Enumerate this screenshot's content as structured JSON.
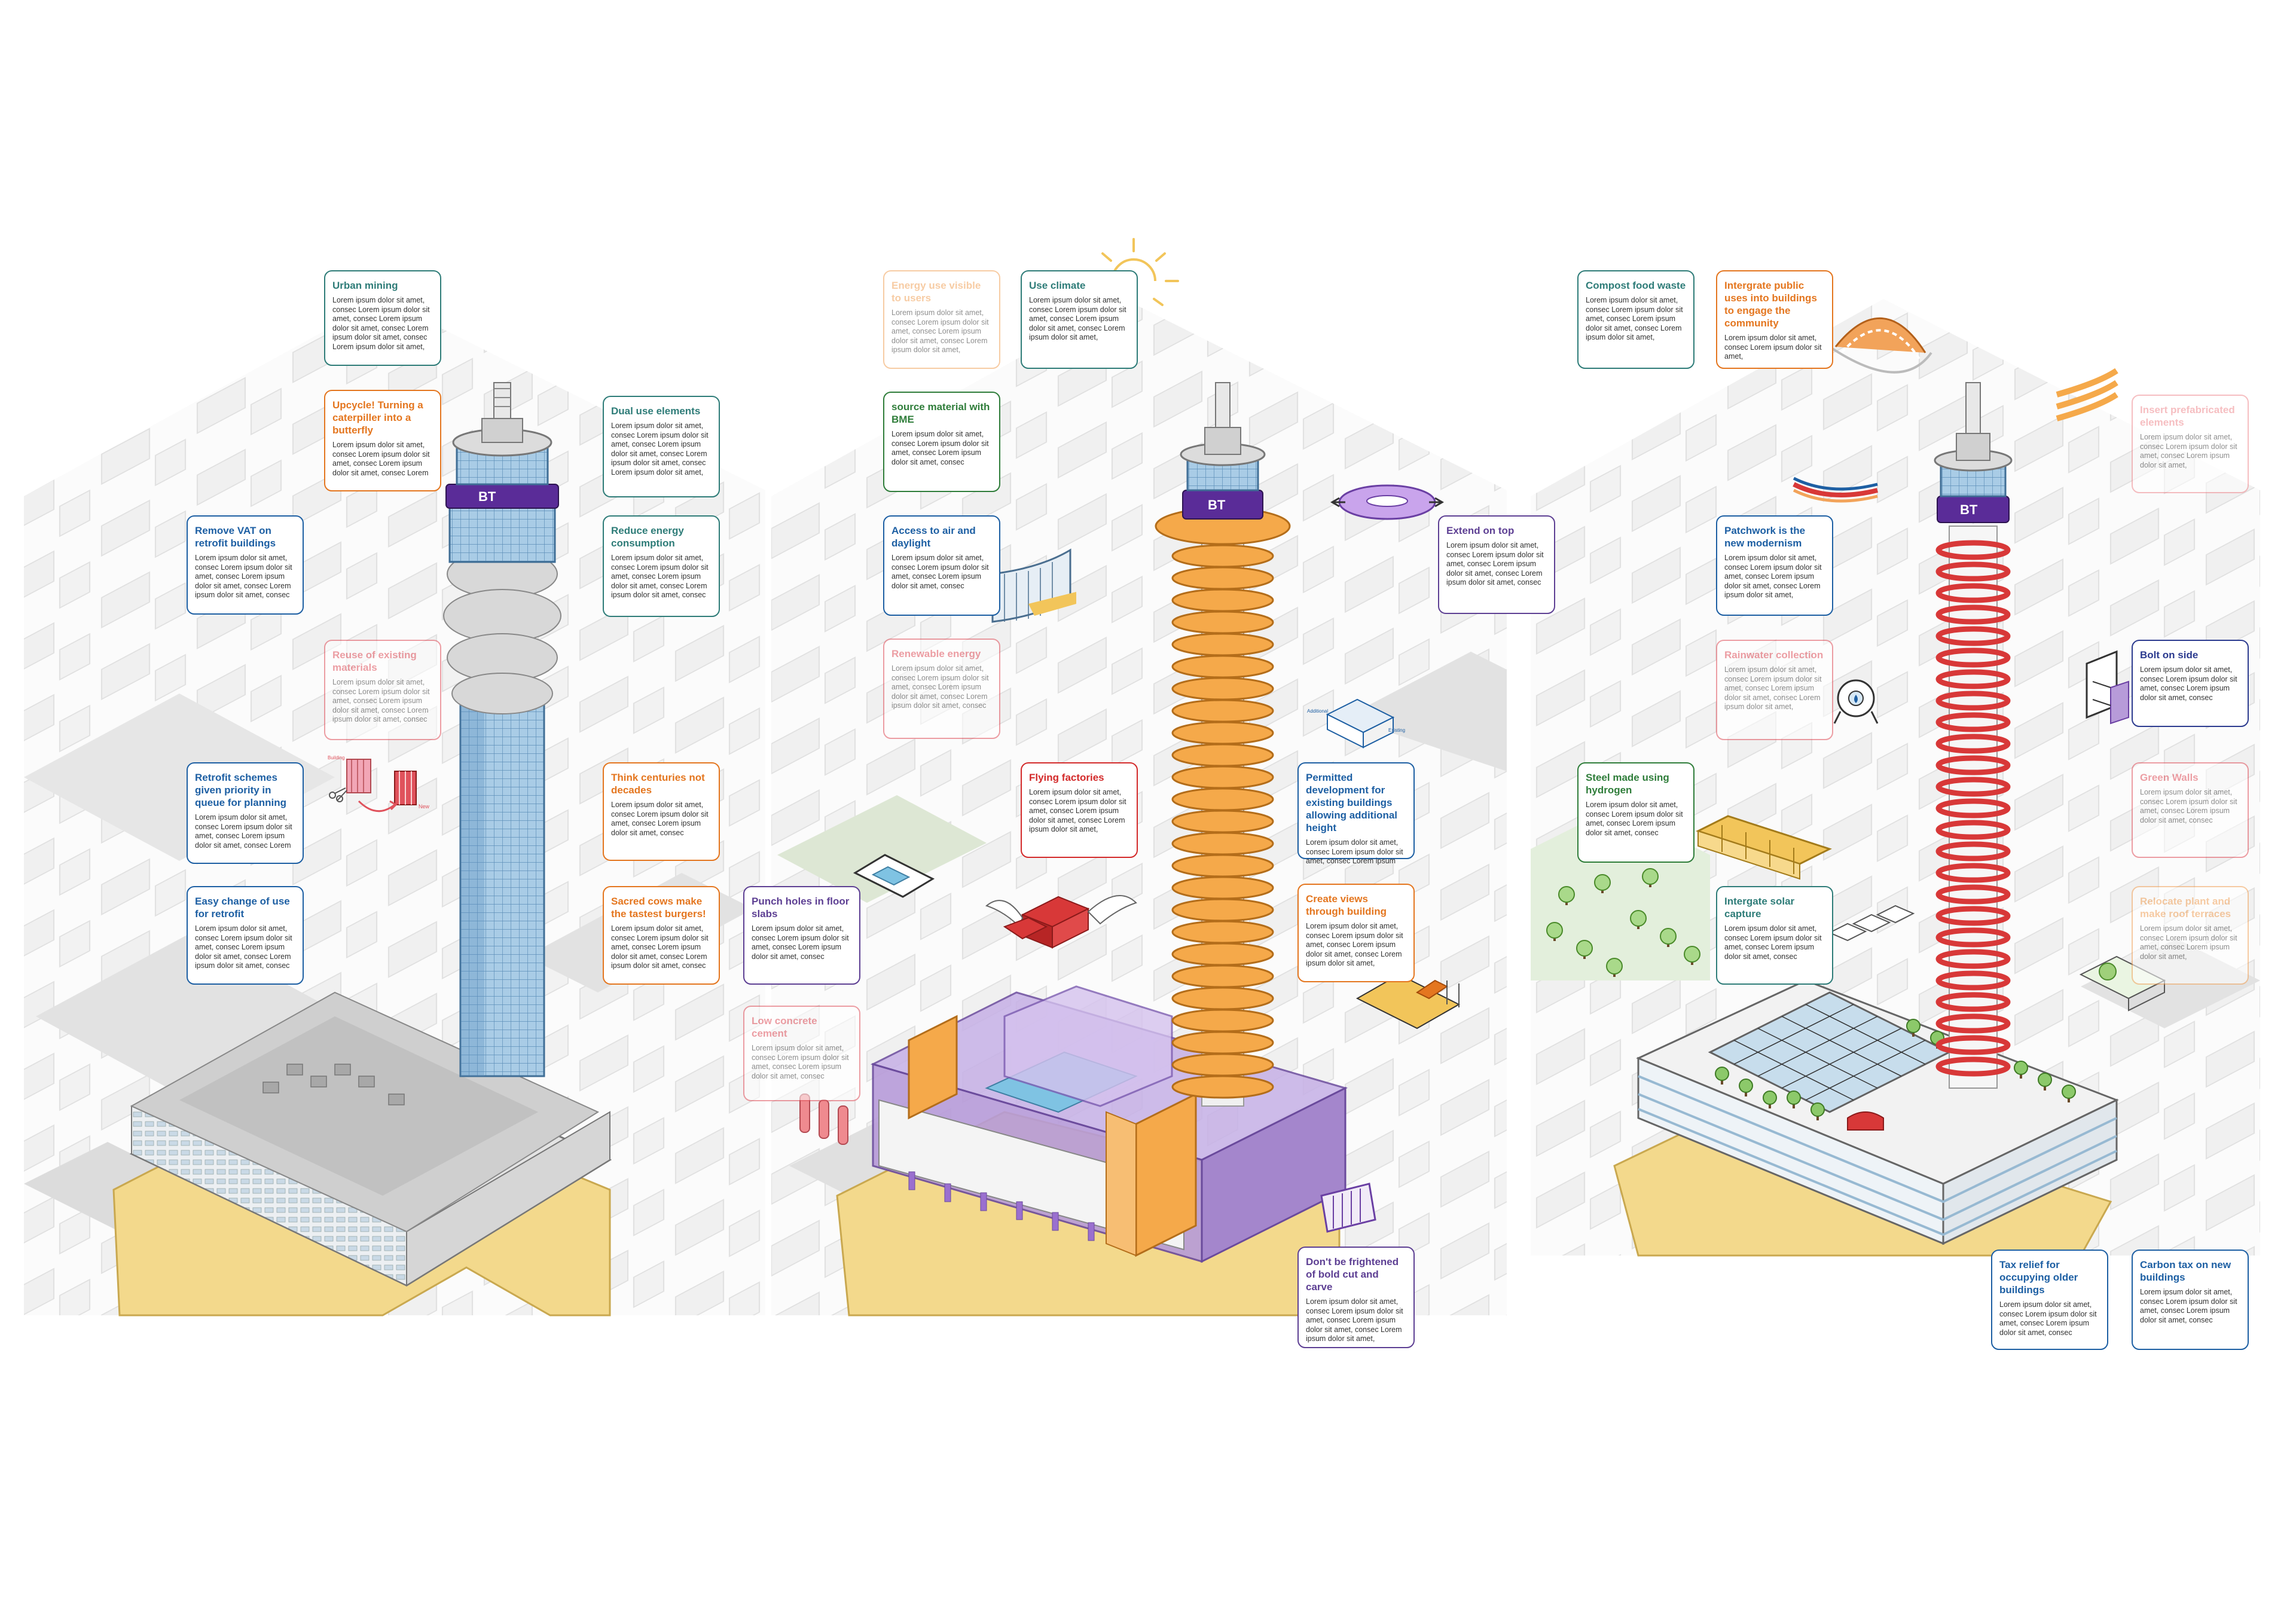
{
  "colors": {
    "teal": "#2e7c78",
    "orange": "#e4761f",
    "blue": "#1d5fa3",
    "pink": "#e0525c",
    "red": "#d32a2a",
    "green": "#2f7d3a",
    "navy": "#2c3b8f",
    "purple": "#5d3f93",
    "violet": "#7b3fa3",
    "peach": "#f2a35a",
    "gold": "#f2c55a",
    "lightpink": "#ef8a8f",
    "tower_blue": "#7fb3d8",
    "tower_orange": "#f5a94a",
    "tower_red": "#d83838",
    "lavender": "#b79bd9",
    "sand": "#f0cf7a"
  },
  "cards": [
    {
      "id": "urban-mining",
      "title": "Urban mining",
      "body": "Lorem ipsum dolor sit amet, consec Lorem ipsum dolor sit amet, consec Lorem ipsum dolor sit amet, consec Lorem ipsum dolor sit amet, consec Lorem ipsum dolor sit amet,",
      "color": "teal"
    },
    {
      "id": "upcycle",
      "title": "Upcycle! Turning a caterpiller into a butterfly",
      "body": "Lorem ipsum dolor sit amet, consec Lorem ipsum dolor sit amet, consec Lorem ipsum dolor sit amet, consec Lorem",
      "color": "orange"
    },
    {
      "id": "dual-use",
      "title": "Dual use elements",
      "body": "Lorem ipsum dolor sit amet, consec Lorem ipsum dolor sit amet, consec Lorem ipsum dolor sit amet, consec Lorem ipsum dolor sit amet, consec Lorem ipsum dolor sit amet,",
      "color": "teal"
    },
    {
      "id": "remove-vat",
      "title": "Remove VAT on retrofit buildings",
      "body": "Lorem ipsum dolor sit amet, consec Lorem ipsum dolor sit amet, consec Lorem ipsum dolor sit amet, consec Lorem ipsum dolor sit amet, consec",
      "color": "blue"
    },
    {
      "id": "reduce-energy",
      "title": "Reduce energy consumption",
      "body": "Lorem ipsum dolor sit amet, consec Lorem ipsum dolor sit amet, consec Lorem ipsum dolor sit amet, consec Lorem ipsum dolor sit amet, consec",
      "color": "teal"
    },
    {
      "id": "reuse",
      "title": "Reuse of existing materials",
      "body": "Lorem ipsum dolor sit amet, consec Lorem ipsum dolor sit amet, consec Lorem ipsum dolor sit amet, consec Lorem ipsum dolor sit amet, consec",
      "color": "pink",
      "faded": true
    },
    {
      "id": "retrofit-queue",
      "title": "Retrofit schemes given priority in queue for planning",
      "body": "Lorem ipsum dolor sit amet, consec Lorem ipsum dolor sit amet, consec Lorem ipsum dolor sit amet, consec Lorem",
      "color": "blue"
    },
    {
      "id": "think-centuries",
      "title": "Think centuries not decades",
      "body": "Lorem ipsum dolor sit amet, consec Lorem ipsum dolor sit amet, consec Lorem ipsum dolor sit amet, consec",
      "color": "orange"
    },
    {
      "id": "easy-change",
      "title": "Easy change of use for retrofit",
      "body": "Lorem ipsum dolor sit amet, consec Lorem ipsum dolor sit amet, consec Lorem ipsum dolor sit amet, consec Lorem ipsum dolor sit amet, consec",
      "color": "blue"
    },
    {
      "id": "sacred-cows",
      "title": "Sacred cows make the tastest burgers!",
      "body": "Lorem ipsum dolor sit amet, consec Lorem ipsum dolor sit amet, consec Lorem ipsum dolor sit amet, consec Lorem ipsum dolor sit amet, consec",
      "color": "orange"
    },
    {
      "id": "energy-visible",
      "title": "Energy use visible to users",
      "body": "Lorem ipsum dolor sit amet, consec Lorem ipsum dolor sit amet, consec Lorem ipsum dolor sit amet, consec Lorem ipsum dolor sit amet,",
      "color": "peach",
      "faded": true
    },
    {
      "id": "use-climate",
      "title": "Use climate",
      "body": "Lorem ipsum dolor sit amet, consec Lorem ipsum dolor sit amet, consec Lorem ipsum dolor sit amet, consec Lorem ipsum dolor sit amet,",
      "color": "teal"
    },
    {
      "id": "source-bme",
      "title": "source material with BME",
      "body": "Lorem ipsum dolor sit amet, consec Lorem ipsum dolor sit amet, consec Lorem ipsum dolor sit amet, consec",
      "color": "green"
    },
    {
      "id": "access-air",
      "title": "Access to air and daylight",
      "body": "Lorem ipsum dolor sit amet, consec Lorem ipsum dolor sit amet, consec Lorem ipsum dolor sit amet, consec",
      "color": "blue"
    },
    {
      "id": "renewable",
      "title": "Renewable energy",
      "body": "Lorem ipsum dolor sit amet, consec Lorem ipsum dolor sit amet, consec Lorem ipsum dolor sit amet, consec Lorem ipsum dolor sit amet, consec",
      "color": "pink",
      "faded": true
    },
    {
      "id": "flying-factories",
      "title": "Flying factories",
      "body": "Lorem ipsum dolor sit amet, consec Lorem ipsum dolor sit amet, consec Lorem ipsum dolor sit amet, consec Lorem ipsum dolor sit amet,",
      "color": "red"
    },
    {
      "id": "punch-holes",
      "title": "Punch holes in floor slabs",
      "body": "Lorem ipsum dolor sit amet, consec Lorem ipsum dolor sit amet, consec Lorem ipsum dolor sit amet, consec",
      "color": "purple"
    },
    {
      "id": "low-concrete",
      "title": "Low concrete cement",
      "body": "Lorem ipsum dolor sit amet, consec Lorem ipsum dolor sit amet, consec Lorem ipsum dolor sit amet, consec",
      "color": "pink",
      "faded": true
    },
    {
      "id": "extend-top",
      "title": "Extend on top",
      "body": "Lorem ipsum dolor sit amet, consec Lorem ipsum dolor sit amet, consec Lorem ipsum dolor sit amet, consec Lorem ipsum dolor sit amet, consec",
      "color": "purple"
    },
    {
      "id": "permitted",
      "title": "Permitted development for existing buildings allowing additional height",
      "body": "Lorem ipsum dolor sit amet, consec Lorem ipsum dolor sit amet, consec Lorem ipsum",
      "color": "blue"
    },
    {
      "id": "create-views",
      "title": "Create views through building",
      "body": "Lorem ipsum dolor sit amet, consec Lorem ipsum dolor sit amet, consec Lorem ipsum dolor sit amet, consec Lorem ipsum dolor sit amet,",
      "color": "orange"
    },
    {
      "id": "bold-cut",
      "title": "Don't be frightened of bold cut and carve",
      "body": "Lorem ipsum dolor sit amet, consec Lorem ipsum dolor sit amet, consec Lorem ipsum dolor sit amet, consec Lorem ipsum dolor sit amet,",
      "color": "purple"
    },
    {
      "id": "compost",
      "title": "Compost food waste",
      "body": "Lorem ipsum dolor sit amet, consec Lorem ipsum dolor sit amet, consec Lorem ipsum dolor sit amet, consec Lorem ipsum dolor sit amet,",
      "color": "teal"
    },
    {
      "id": "public-uses",
      "title": "Intergrate public uses into buildings to engage the community",
      "body": "Lorem ipsum dolor sit amet, consec Lorem ipsum dolor sit amet,",
      "color": "orange"
    },
    {
      "id": "prefab",
      "title": "Insert prefabricated elements",
      "body": "Lorem ipsum dolor sit amet, consec Lorem ipsum dolor sit amet, consec Lorem ipsum dolor sit amet,",
      "color": "lightpink",
      "faded": true
    },
    {
      "id": "patchwork",
      "title": "Patchwork is the new modernism",
      "body": "Lorem ipsum dolor sit amet, consec Lorem ipsum dolor sit amet, consec Lorem ipsum dolor sit amet, consec Lorem ipsum dolor sit amet,",
      "color": "blue"
    },
    {
      "id": "rainwater",
      "title": "Rainwater collection",
      "body": "Lorem ipsum dolor sit amet, consec Lorem ipsum dolor sit amet, consec Lorem ipsum dolor sit amet, consec Lorem ipsum dolor sit amet,",
      "color": "pink",
      "faded": true
    },
    {
      "id": "bolt-side",
      "title": "Bolt on side",
      "body": "Lorem ipsum dolor sit amet, consec Lorem ipsum dolor sit amet, consec Lorem ipsum dolor sit amet, consec",
      "color": "navy"
    },
    {
      "id": "steel-hydrogen",
      "title": "Steel made using hydrogen",
      "body": "Lorem ipsum dolor sit amet, consec Lorem ipsum dolor sit amet, consec Lorem ipsum dolor sit amet, consec",
      "color": "green"
    },
    {
      "id": "green-walls",
      "title": "Green Walls",
      "body": "Lorem ipsum dolor sit amet, consec Lorem ipsum dolor sit amet, consec Lorem ipsum dolor sit amet, consec",
      "color": "pink",
      "faded": true
    },
    {
      "id": "solar",
      "title": "Intergate solar capture",
      "body": "Lorem ipsum dolor sit amet, consec Lorem ipsum dolor sit amet, consec Lorem ipsum dolor sit amet, consec",
      "color": "teal"
    },
    {
      "id": "relocate-plant",
      "title": "Relocate plant and make roof terraces",
      "body": "Lorem ipsum dolor sit amet, consec Lorem ipsum dolor sit amet, consec Lorem ipsum dolor sit amet,",
      "color": "peach",
      "faded": true
    },
    {
      "id": "tax-relief",
      "title": "Tax relief for occupying older buildings",
      "body": "Lorem ipsum dolor sit amet, consec Lorem ipsum dolor sit amet, consec Lorem ipsum dolor sit amet, consec",
      "color": "blue"
    },
    {
      "id": "carbon-tax",
      "title": "Carbon tax on new buildings",
      "body": "Lorem ipsum dolor sit amet, consec Lorem ipsum dolor sit amet, consec Lorem ipsum dolor sit amet, consec",
      "color": "blue"
    }
  ],
  "towers": [
    {
      "id": "tower-existing",
      "band": "BT",
      "ring_color": "tower_blue"
    },
    {
      "id": "tower-stripped",
      "band": "BT",
      "ring_color": "tower_orange"
    },
    {
      "id": "tower-retrofit",
      "band": "BT",
      "ring_color": "tower_red"
    }
  ],
  "labels": {
    "existing": "Existing",
    "additional": "Additional",
    "new": "New",
    "building": "Building"
  },
  "icons": [
    "sun-icon",
    "flying-factory-icon",
    "scissors-icon",
    "rainwater-eye-icon",
    "tree-icon",
    "solar-panel-icon",
    "glass-canopy-icon",
    "extension-ring-icon"
  ]
}
